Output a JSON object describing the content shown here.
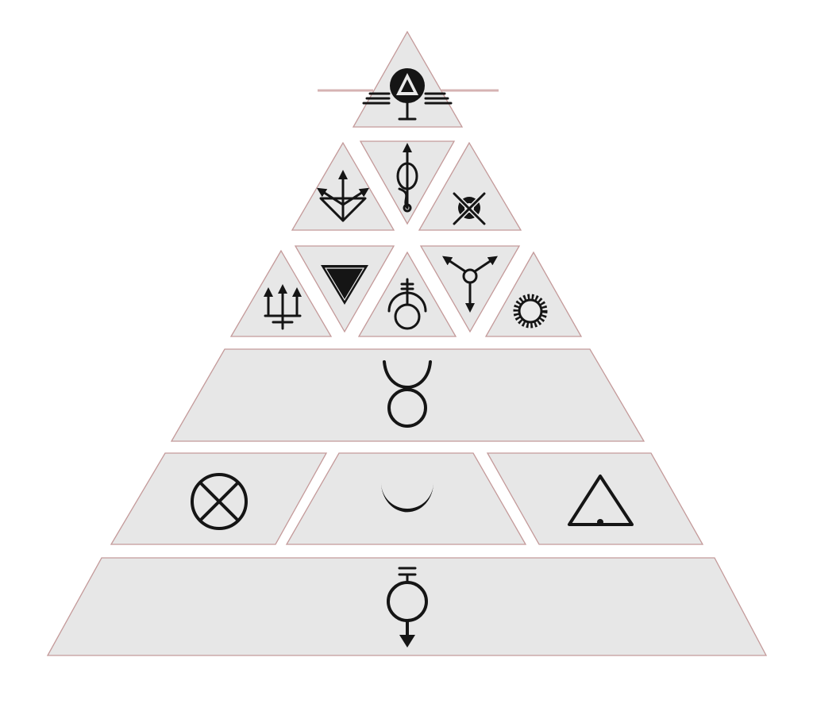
{
  "diagram": {
    "palette": {
      "background": "#ffffff",
      "panel": "#e7e7e7",
      "panel_edge": "#c49a9a",
      "ink": "#151515"
    },
    "tiers": [
      {
        "name": "apex",
        "cells": [
          {
            "symbol": "eye-of-pyramid-glyph"
          }
        ]
      },
      {
        "name": "tier-2",
        "cells": [
          {
            "symbol": "arrows-shield-glyph"
          },
          {
            "symbol": "caduceus-glyph"
          },
          {
            "symbol": "crossed-circle-glyph"
          }
        ]
      },
      {
        "name": "tier-3",
        "cells": [
          {
            "symbol": "triple-trident-glyph"
          },
          {
            "symbol": "inverted-triangle-glyph"
          },
          {
            "symbol": "arched-circle-glyph"
          },
          {
            "symbol": "three-arrows-glyph"
          },
          {
            "symbol": "sun-gear-glyph"
          }
        ]
      },
      {
        "name": "tier-4",
        "cells": [
          {
            "symbol": "taurus-glyph"
          }
        ]
      },
      {
        "name": "tier-5",
        "cells": [
          {
            "symbol": "crossed-wheel-glyph"
          },
          {
            "symbol": "crescent-moon-glyph"
          },
          {
            "symbol": "triangle-dot-glyph"
          }
        ]
      },
      {
        "name": "tier-6",
        "cells": [
          {
            "symbol": "mars-cross-glyph"
          }
        ]
      }
    ]
  }
}
